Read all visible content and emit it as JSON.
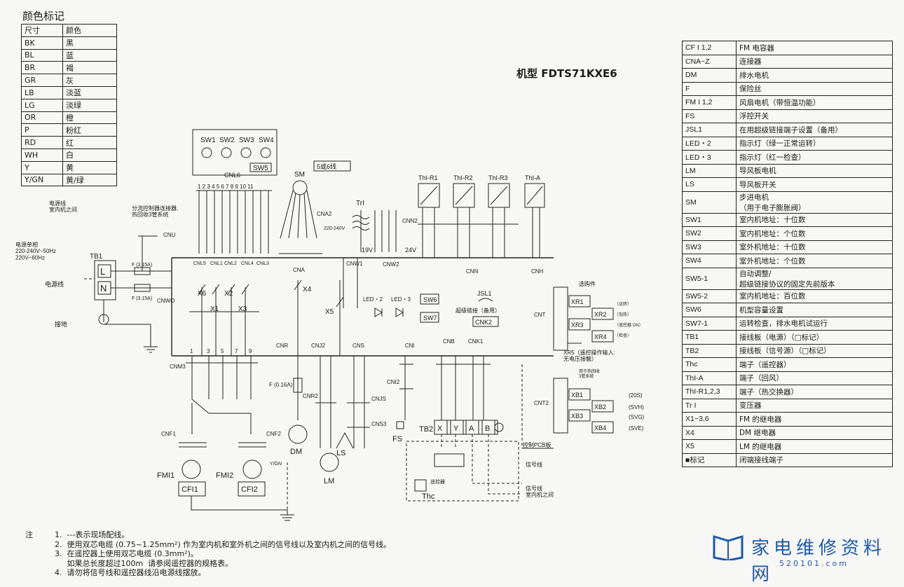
{
  "legend": {
    "heading": "颜色标记",
    "col_size": "尺寸",
    "col_color": "颜色",
    "rows": [
      {
        "code": "BK",
        "name": "黑"
      },
      {
        "code": "BL",
        "name": "蓝"
      },
      {
        "code": "BR",
        "name": "褐"
      },
      {
        "code": "GR",
        "name": "灰"
      },
      {
        "code": "LB",
        "name": "淡蓝"
      },
      {
        "code": "LG",
        "name": "淡绿"
      },
      {
        "code": "OR",
        "name": "橙"
      },
      {
        "code": "P",
        "name": "粉红"
      },
      {
        "code": "RD",
        "name": "红"
      },
      {
        "code": "WH",
        "name": "白"
      },
      {
        "code": "Y",
        "name": "黄"
      },
      {
        "code": "Y/GN",
        "name": "黄/绿"
      }
    ]
  },
  "model": "机型 FDTS71KXE6",
  "parts": [
    {
      "code": "CF I 1,2",
      "desc": "FM 电容器"
    },
    {
      "code": "CNA~Z",
      "desc": "连接器"
    },
    {
      "code": "DM",
      "desc": "排水电机"
    },
    {
      "code": "F",
      "desc": "保险丝"
    },
    {
      "code": "FM I 1,2",
      "desc": "风扇电机（带恒温功能）"
    },
    {
      "code": "FS",
      "desc": "浮控开关"
    },
    {
      "code": "JSL1",
      "desc": "在用超级链接端子设置（备用）"
    },
    {
      "code": "LED・2",
      "desc": "指示灯（绿一正常运转）"
    },
    {
      "code": "LED・3",
      "desc": "指示灯（红一检查）"
    },
    {
      "code": "LM",
      "desc": "导风板电机"
    },
    {
      "code": "LS",
      "desc": "导风板开关"
    },
    {
      "code": "SM",
      "desc": "步进电机",
      "desc2": "（用于电子膨胀阀）"
    },
    {
      "code": "SW1",
      "desc": "室内机地址：十位数"
    },
    {
      "code": "SW2",
      "desc": "室内机地址：个位数"
    },
    {
      "code": "SW3",
      "desc": "室外机地址：十位数"
    },
    {
      "code": "SW4",
      "desc": "室外机地址：个位数"
    },
    {
      "code": "SW5-1",
      "desc": "自动调整/",
      "desc2": "超级链接协议的固定先前版本"
    },
    {
      "code": "SW5-2",
      "desc": "室内机地址：百位数"
    },
    {
      "code": "SW6",
      "desc": "机型容量设置"
    },
    {
      "code": "SW7-1",
      "desc": "运转检查，排水电机试运行"
    },
    {
      "code": "TB1",
      "desc": "接线板（电源）（□标记）"
    },
    {
      "code": "TB2",
      "desc": "接线板（信号源）（□标记）"
    },
    {
      "code": "Thc",
      "desc": "端子（遥控器）"
    },
    {
      "code": "ThI-A",
      "desc": "端子（回风）"
    },
    {
      "code": "ThI-R1,2,3",
      "desc": "端子（热交换器）"
    },
    {
      "code": "Tr I",
      "desc": "变压器"
    },
    {
      "code": "X1~3,6",
      "desc": "FM 的继电器"
    },
    {
      "code": "X4",
      "desc": "DM 继电器"
    },
    {
      "code": "X5",
      "desc": "LM 的继电器"
    },
    {
      "code": "■标记",
      "desc": "闭端接线端子"
    }
  ],
  "diagram": {
    "sw_labels": [
      "SW1",
      "SW2",
      "SW3",
      "SW4"
    ],
    "sw5": "SW5",
    "cnl6": "CNL6",
    "cnl6_pins": "1 2 3 4 5 6 7 8 9 10 11",
    "sm": "SM",
    "five_six": "5或6线",
    "thermistors": [
      "ThI-R1",
      "ThI-R2",
      "ThI-R3",
      "ThI-A"
    ],
    "tri": "TrI",
    "cna2": "CNA2",
    "v220": "220-240V",
    "cnn2": "CNN2",
    "v19": "19V",
    "v24": "24V",
    "power_note": "电源线\n室内机之间",
    "shunt_note": "分流控制器连接器,\n热回收3管系统",
    "power_spec": "电源单相\n220-240V~50Hz\n220V~60Hz",
    "tb1": "TB1",
    "power_line": "电源线",
    "ground": "接地",
    "fuse": "F (3.15A)",
    "cnu": "CNU",
    "cnwo": "CNWO",
    "relays": [
      "X6",
      "X2",
      "X1",
      "X3",
      "X4",
      "X5"
    ],
    "connectors_top": [
      "CNL5",
      "CNL1",
      "CNL2",
      "CNL4",
      "CNL3",
      "CNA",
      "CNW1",
      "CNW2",
      "CNN",
      "CNH"
    ],
    "led2": "LED・2",
    "led3": "LED・3",
    "sw6": "SW6",
    "sw7": "SW7",
    "jsl1": "JSL1",
    "jsl1_note": "超级链接（备用）",
    "cnk2": "CNK2",
    "option": "选购件",
    "cnt": "CNT",
    "xr": [
      "XR1",
      "XR2",
      "XR3",
      "XR4"
    ],
    "xr_notes": [
      "（运转）",
      "（加热）",
      "（遥控器 ON）",
      "（检查）"
    ],
    "xr5": "XR5（遥控操作输入:\n无电压接触）",
    "cnt2": "CNT2",
    "cnt2_note": "用于热回收\n3管系统",
    "xb": [
      "XB1",
      "XB2",
      "XB3",
      "XB4"
    ],
    "xb_notes": [
      "(20S)",
      "(SVH)",
      "(SVG)",
      "(SVE)"
    ],
    "cnm3": "CNM3",
    "cnm3_pins": [
      "1",
      "3",
      "5",
      "7",
      "9"
    ],
    "cnr": "CNR",
    "cnj2": "CNJ2",
    "cns": "CNS",
    "cni": "CNI",
    "cnb": "CNB",
    "cnk1": "CNK1",
    "f016": "F (0.16A)",
    "cnr2": "CNR2",
    "cnjs": "CNJS",
    "cns3": "CNS3",
    "cni2": "CNI2",
    "fs": "FS",
    "tb2": "TB2",
    "tb2_terms": [
      "X",
      "Y",
      "A",
      "B"
    ],
    "pcb": "控制PCB板",
    "cnf1": "CNF1",
    "cnf2": "CNF2",
    "fm1": "FMI1",
    "fm2": "FMI2",
    "cf1": "CFI1",
    "cf2": "CFI2",
    "dm": "DM",
    "ls": "LS",
    "lm": "LM",
    "thc": "Thc",
    "remote": "遥控器",
    "signal1": "信号线",
    "signal2": "信号线\n室内机之间",
    "ygn": "Y/GN"
  },
  "notes": {
    "prefix": "注",
    "items": [
      "1.  ---表示现场配线。",
      "2.  使用双芯电缆 (0.75~1.25mm²) 作为室内机和室外机之间的信号线以及室内机之间的信号线。",
      "3.  在遥控器上使用双芯电缆 (0.3mm²)。",
      "     如果总长度超过100m  请参阅遥控器的规格表。",
      "4.  请勿将信号线和遥控器线沿电源线摆放。"
    ]
  },
  "brand": {
    "cn": "家电维修资料网",
    "url": "520101.com"
  }
}
